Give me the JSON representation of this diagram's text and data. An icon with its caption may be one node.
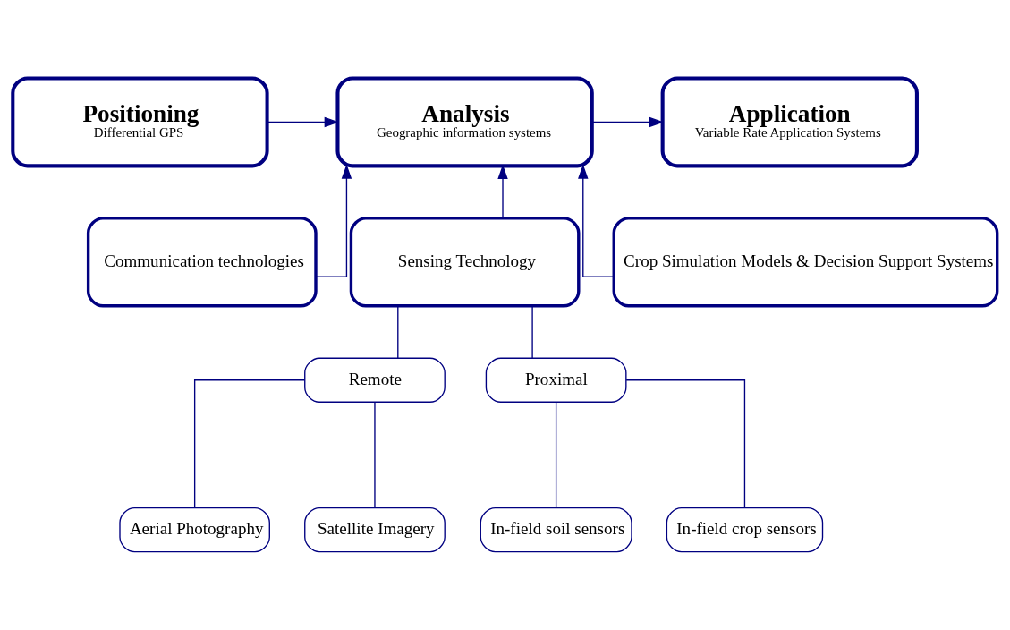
{
  "diagram": {
    "nodes": [
      {
        "text": [
          "Positioning",
          "Differential GPS"
        ]
      },
      {
        "text": [
          "Analysis",
          "Geographic information systems"
        ]
      },
      {
        "text": [
          "Application",
          "Variable Rate Application Systems"
        ]
      },
      {
        "text": [
          "Communication technologies"
        ]
      },
      {
        "text": [
          "Sensing Technology"
        ]
      },
      {
        "text": [
          "Crop Simulation Models & Decision Support Systems"
        ]
      },
      {
        "text": [
          "Remote"
        ]
      },
      {
        "text": [
          "Proximal"
        ]
      },
      {
        "text": [
          "Aerial Photography"
        ]
      },
      {
        "text": [
          "Satellite Imagery"
        ]
      },
      {
        "text": [
          "In-field soil sensors"
        ]
      },
      {
        "text": [
          "In-field crop sensors"
        ]
      }
    ],
    "edges": [
      {
        "from": 0,
        "to": 1,
        "arrow": "to"
      },
      {
        "from": 1,
        "to": 2,
        "arrow": "to"
      },
      {
        "from": 3,
        "to": 1,
        "arrow": "to"
      },
      {
        "from": 4,
        "to": 1,
        "arrow": "to"
      },
      {
        "from": 5,
        "to": 1,
        "arrow": "to"
      },
      {
        "from": 4,
        "to": 6,
        "arrow": "none"
      },
      {
        "from": 4,
        "to": 7,
        "arrow": "none"
      },
      {
        "from": 6,
        "to": 8,
        "arrow": "none"
      },
      {
        "from": 6,
        "to": 9,
        "arrow": "none"
      },
      {
        "from": 7,
        "to": 10,
        "arrow": "none"
      },
      {
        "from": 7,
        "to": 11,
        "arrow": "none"
      }
    ]
  }
}
